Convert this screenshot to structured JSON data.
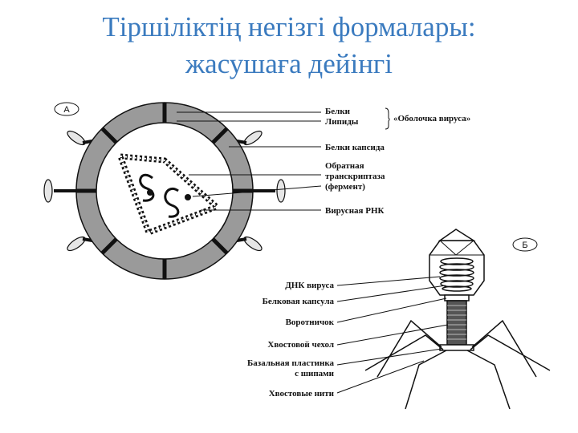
{
  "title": {
    "line1": "Тіршіліктің негізгі формалары:",
    "line2": "жасушаға дейінгі"
  },
  "diagram_a": {
    "panel_label": "А",
    "labels": {
      "proteins": "Белки",
      "lipids": "Липиды",
      "envelope": "«Оболочка вируса»",
      "capsid": "Белки капсида",
      "enzyme_l1": "Обратная",
      "enzyme_l2": "транскриптаза",
      "enzyme_l3": "(фермент)",
      "rna": "Вирусная РНК"
    }
  },
  "diagram_b": {
    "panel_label": "Б",
    "labels": {
      "dna": "ДНК вируса",
      "capsule": "Белковая капсула",
      "collar": "Воротничок",
      "sheath": "Хвостовой чехол",
      "plate_l1": "Базальная пластинка",
      "plate_l2": "с шипами",
      "fibers": "Хвостовые нити"
    }
  },
  "colors": {
    "title": "#3b7bbf",
    "envelope_ring": "#9a9a9a",
    "line": "#111111"
  }
}
